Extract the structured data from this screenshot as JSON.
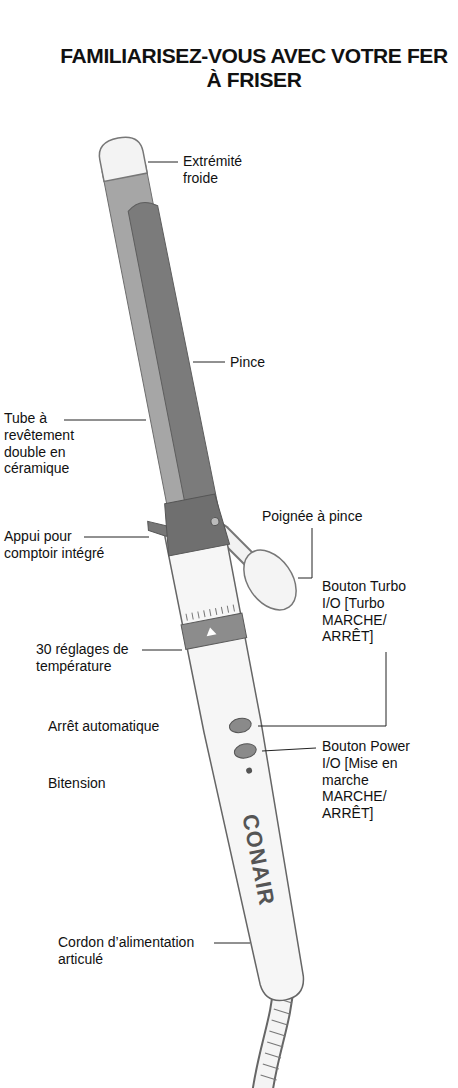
{
  "diagram": {
    "title": "FAMILIARISEZ-VOUS AVEC VOTRE FER À FRISER",
    "labels": [
      "Extrémité froide",
      "Pince",
      "Tube à revêtement double en céramique",
      "Poignée à pince",
      "Appui pour comptoir intégré",
      "Bouton Turbo I/O [Turbo MARCHE/ ARRÊT]",
      "30 réglages de température",
      "Arrêt automatique",
      "Bouton Power I/O [Mise en marche MARCHE/ ARRÊT]",
      "Bitension",
      "CONAIR",
      "Cordon d’alimentation articulé"
    ]
  }
}
